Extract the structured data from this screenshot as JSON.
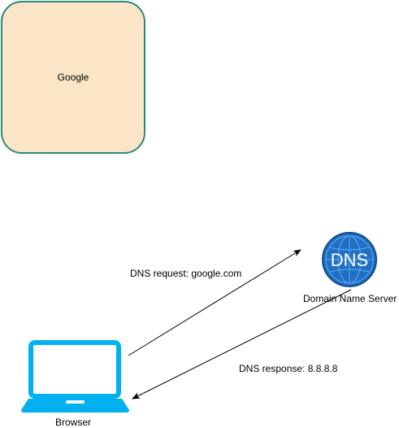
{
  "google": {
    "label": "Google"
  },
  "dns_server": {
    "icon_text": "DNS",
    "label": "Domain Name Server"
  },
  "browser": {
    "label": "Browser"
  },
  "request_edge": {
    "label": "DNS request: google.com"
  },
  "response_edge": {
    "label": "DNS response: 8.8.8.8"
  },
  "colors": {
    "google_fill": "#fae5c6",
    "google_stroke": "#2a8a7b",
    "dns_blue": "#1f6fc5",
    "laptop_cyan": "#00b0f0"
  }
}
